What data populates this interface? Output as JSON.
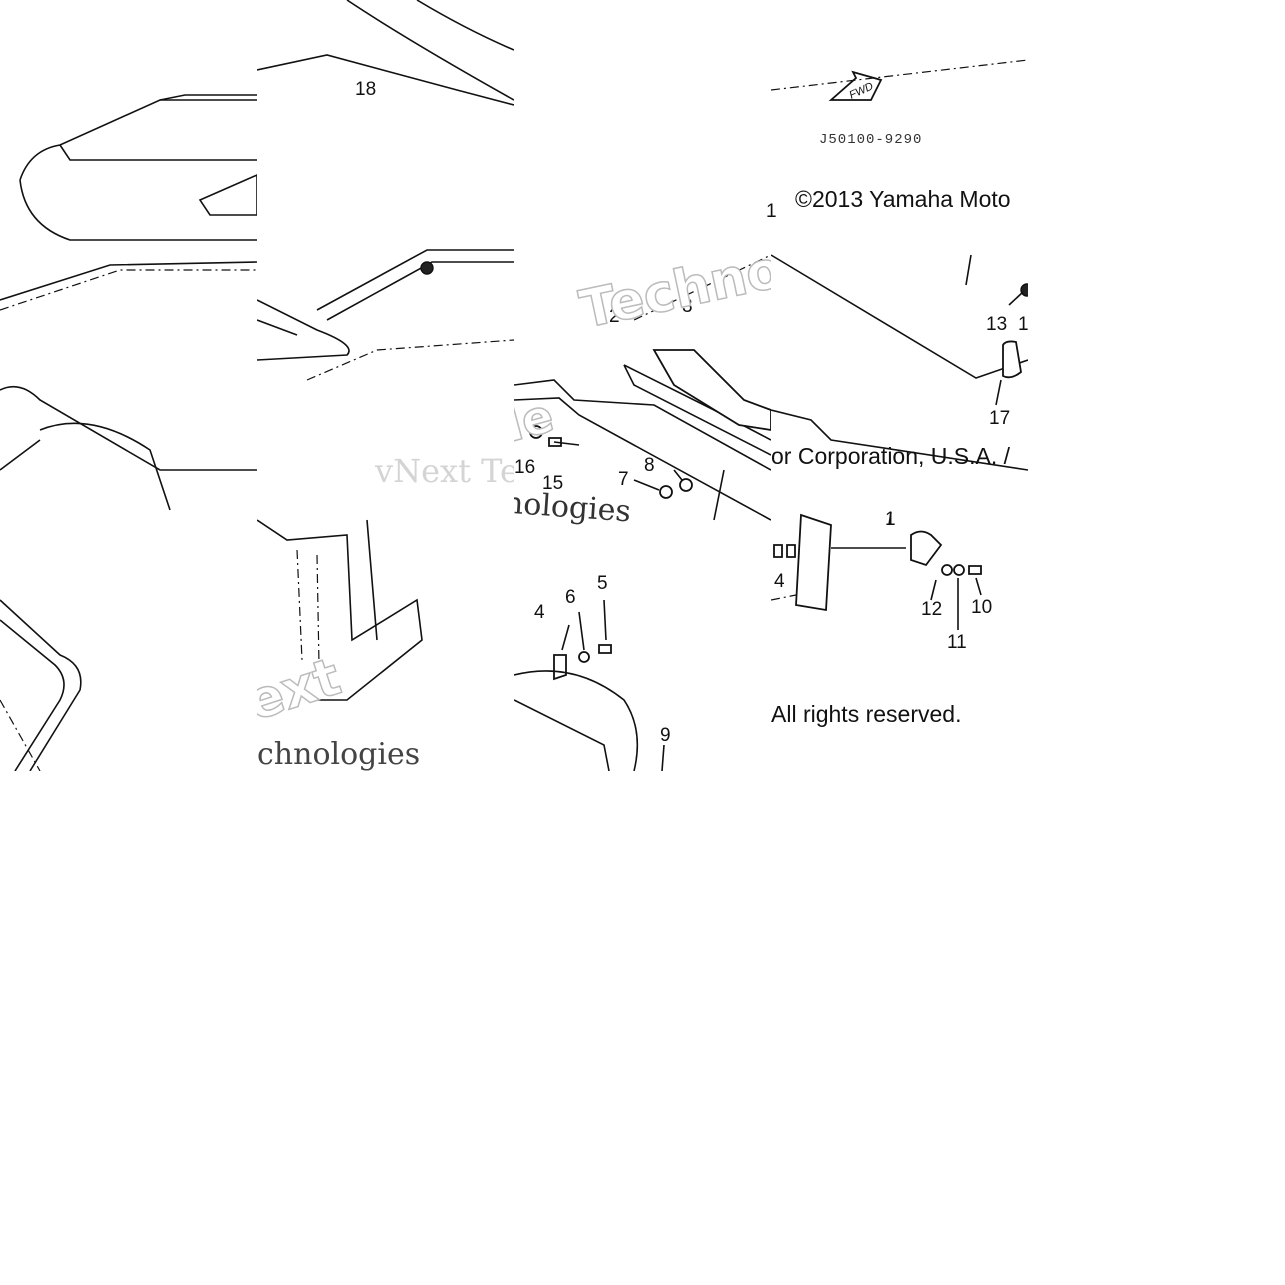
{
  "diagram": {
    "code": "J50100-9290",
    "fwd_label": "FWD",
    "copyright_line1": "©2013 Yamaha Moto",
    "copyright_line2": "or Corporation, U.S.A. /",
    "copyright_line3": "All rights reserved.",
    "callouts": [
      "18",
      "1",
      "2",
      "3",
      "16",
      "15",
      "7",
      "8",
      "1",
      "4",
      "4",
      "6",
      "5",
      "9",
      "13",
      "1",
      "17",
      "12",
      "10",
      "11"
    ],
    "watermarks": [
      "Techno",
      "vNe",
      "vNext Tec",
      "nologies",
      "ext",
      "chnologies"
    ]
  }
}
